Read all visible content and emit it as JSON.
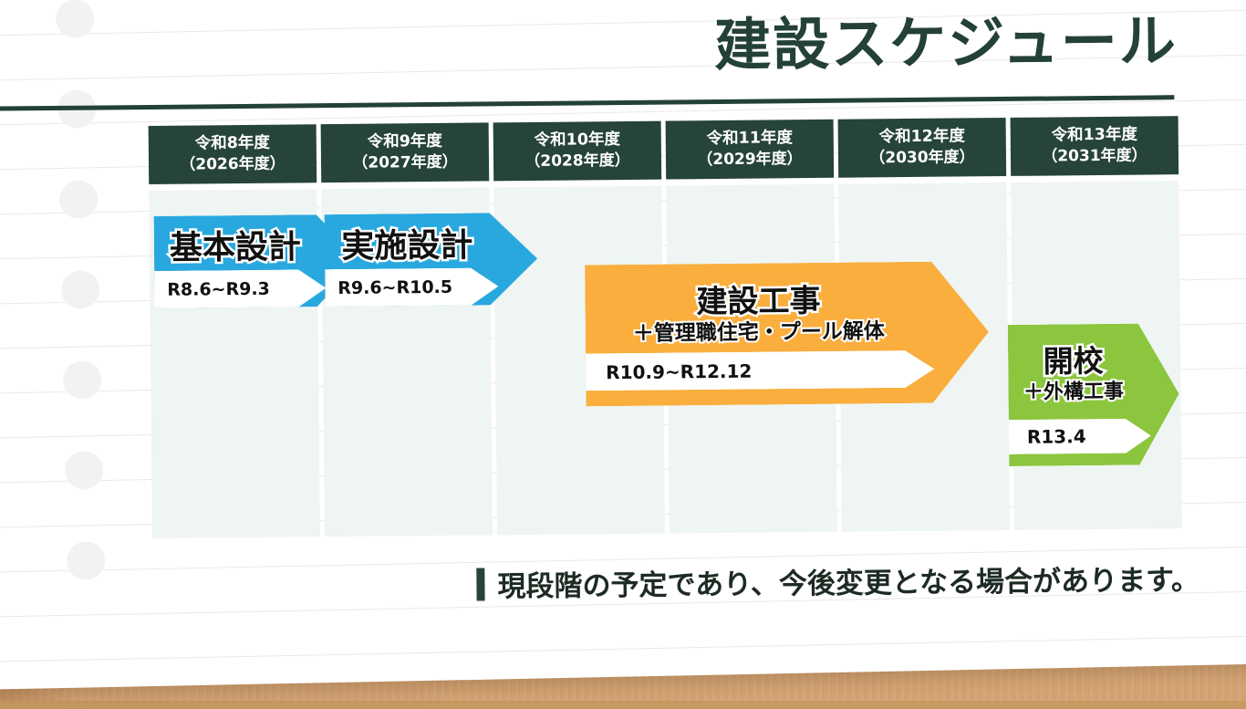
{
  "title": "建設スケジュール",
  "columns": [
    {
      "era": "令和8年度",
      "western": "（2026年度）"
    },
    {
      "era": "令和9年度",
      "western": "（2027年度）"
    },
    {
      "era": "令和10年度",
      "western": "（2028年度）"
    },
    {
      "era": "令和11年度",
      "western": "（2029年度）"
    },
    {
      "era": "令和12年度",
      "western": "（2030年度）"
    },
    {
      "era": "令和13年度",
      "western": "（2031年度）"
    }
  ],
  "phases": [
    {
      "name": "基本設計",
      "sub": "",
      "period": "R8.6~R9.3",
      "color": "#29A8DF"
    },
    {
      "name": "実施設計",
      "sub": "",
      "period": "R9.6~R10.5",
      "color": "#29A8DF"
    },
    {
      "name": "建設工事",
      "sub": "＋管理職住宅・プール解体",
      "period": "R10.9~R12.12",
      "color": "#F9AE3D"
    },
    {
      "name": "開校",
      "sub": "＋外構工事",
      "period": "R13.4",
      "color": "#8CC63E"
    }
  ],
  "note": {
    "text": "現段階の予定であり、今後変更となる場合があります。"
  },
  "colors": {
    "header_green": "#264438",
    "column_body": "#eff5f2",
    "title_green": "#244135",
    "blue": "#29A8DF",
    "orange": "#F9AE3D",
    "green": "#8CC63E",
    "paper": "#ffffff",
    "desk_wood": "#d9ab7b"
  }
}
